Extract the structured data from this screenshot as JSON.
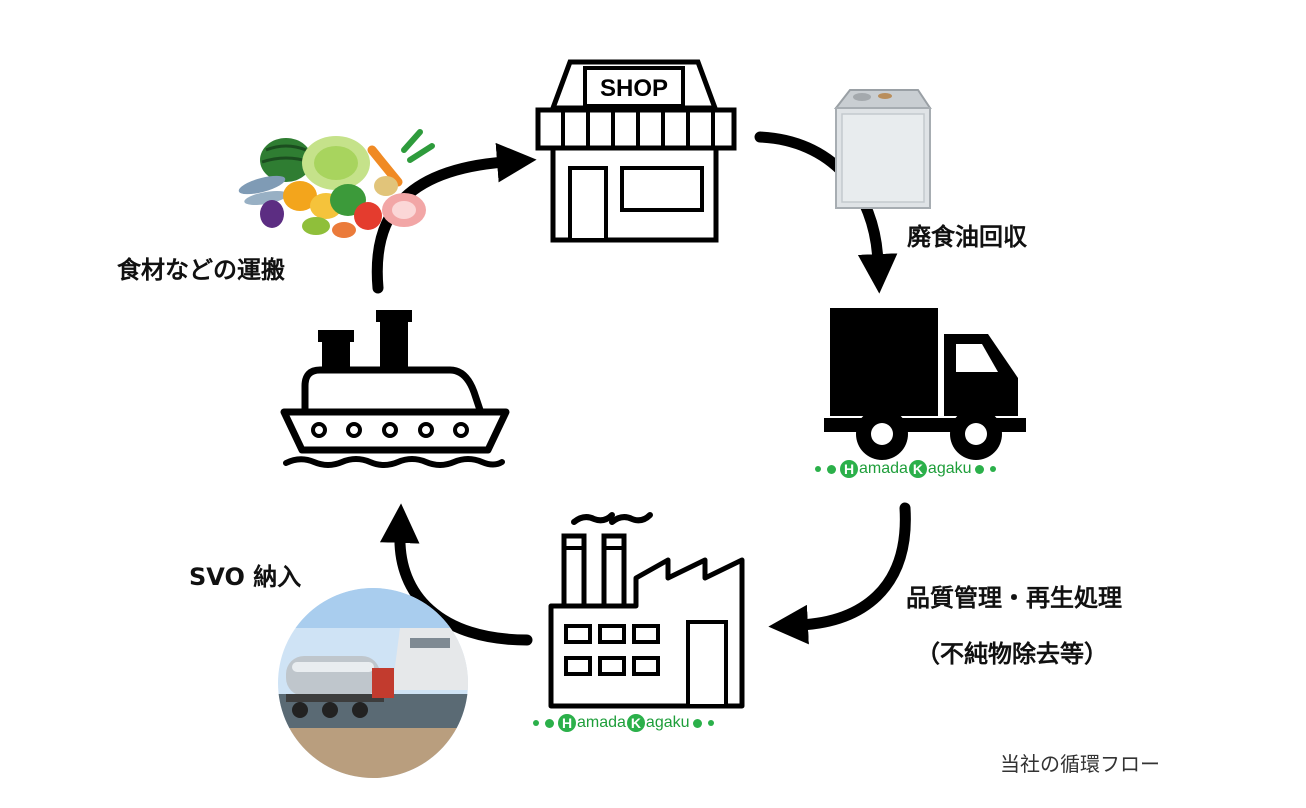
{
  "labels": {
    "food_transport": "食材などの運搬",
    "waste_oil_collection": "廃食油回収",
    "quality_regeneration_line1": "品質管理・再生処理",
    "quality_regeneration_line2": "（不純物除去等）",
    "svo_delivery": "SVO 納入"
  },
  "shop_sign": "SHOP",
  "brand": {
    "part1": "amada",
    "cap1": "H",
    "cap2": "K",
    "part2": "agaku"
  },
  "caption": "当社の循環フロー"
}
